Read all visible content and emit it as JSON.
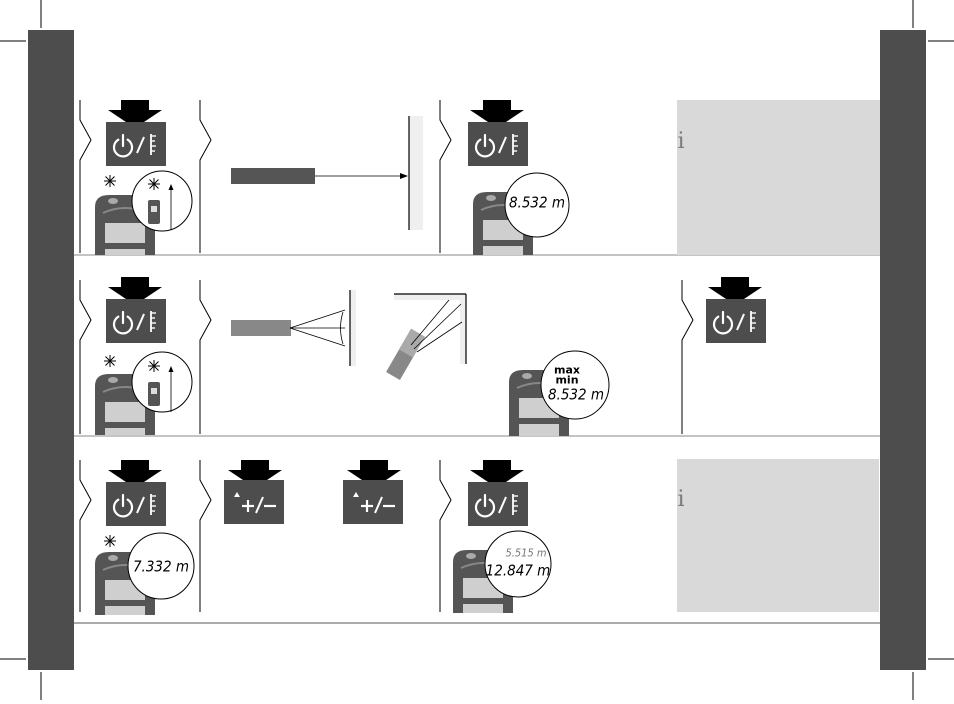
{
  "colors": {
    "edge_band": "#4d4d4d",
    "info_panel": "#d9d9d9",
    "button_face": "#4d4d4d",
    "arrow": "#000000",
    "device_body": "#555555",
    "device_screen": "#d0d0d0"
  },
  "icons": {
    "power_button": "power-measure-icon",
    "plus_minus_button": "plus-minus-icon",
    "info": "info-icon",
    "laser": "laser-star-icon"
  },
  "row1": {
    "measure_readout": "8.532 m",
    "info_glyph": "i"
  },
  "row2": {
    "max_label": "max",
    "min_label": "min",
    "readout": "8.532 m"
  },
  "row3": {
    "first_readout": "7.332 m",
    "plus_minus_glyph": "+/−",
    "result_small": "5.515 m",
    "result_large": "12.847 m",
    "info_glyph": "i"
  }
}
